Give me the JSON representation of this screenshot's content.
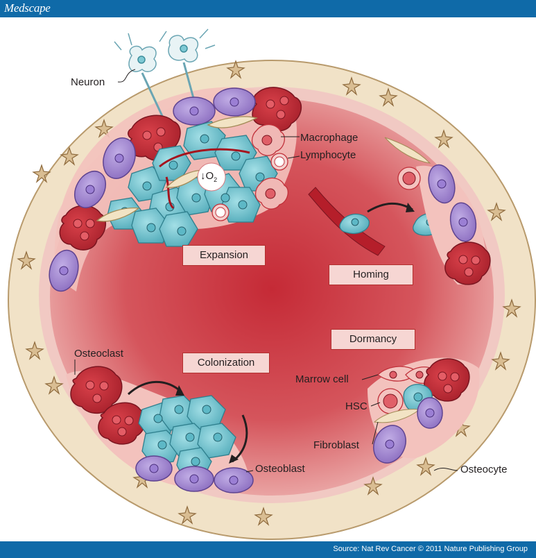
{
  "header": {
    "brand": "Medscape"
  },
  "footer": {
    "source": "Source: Nat Rev Cancer © 2011 Nature Publishing Group"
  },
  "stages": {
    "expansion": "Expansion",
    "homing": "Homing",
    "dormancy": "Dormancy",
    "colonization": "Colonization"
  },
  "cell_labels": {
    "neuron": "Neuron",
    "macrophage": "Macrophage",
    "lymphocyte": "Lymphocyte",
    "osteoclast": "Osteoclast",
    "marrow_cell": "Marrow cell",
    "hsc": "HSC",
    "fibroblast": "Fibroblast",
    "osteoblast": "Osteoblast",
    "osteocyte": "Osteocyte"
  },
  "hypoxia": {
    "arrow": "↓",
    "symbol": "O",
    "subscript": "2"
  },
  "colors": {
    "header_blue": "#0f6aa8",
    "bone": "#f0e0c4",
    "marrow_red": "#c8303a",
    "tumor_cell": "#7fc9d4",
    "osteoclast": "#c0303a",
    "osteoblast": "#a58bd0",
    "label_box": "#f6d6d3"
  }
}
